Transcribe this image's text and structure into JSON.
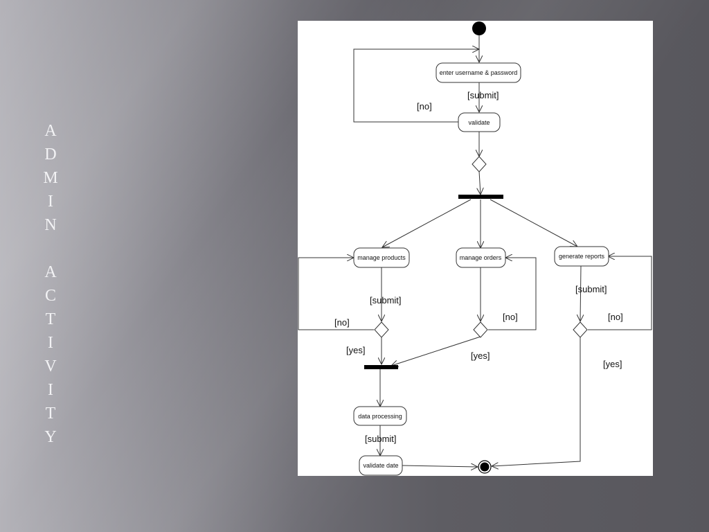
{
  "slide": {
    "title_line1": "ADMIN",
    "title_line2": "ACTIVITY"
  },
  "diagram": {
    "nodes": {
      "enter": "enter username & password",
      "validate": "validate",
      "manage_products": "manage products",
      "manage_orders": "manage orders",
      "generate_reports": "generate reports",
      "data_processing": "data processing",
      "validate_date": "validate date"
    },
    "guards": {
      "submit_1": "[submit]",
      "no_1": "[no]",
      "submit_products": "[submit]",
      "no_products": "[no]",
      "yes_products": "[yes]",
      "no_orders": "[no]",
      "yes_orders": "[yes]",
      "submit_reports": "[submit]",
      "no_reports": "[no]",
      "yes_reports": "[yes]",
      "submit_processing": "[submit]"
    }
  }
}
